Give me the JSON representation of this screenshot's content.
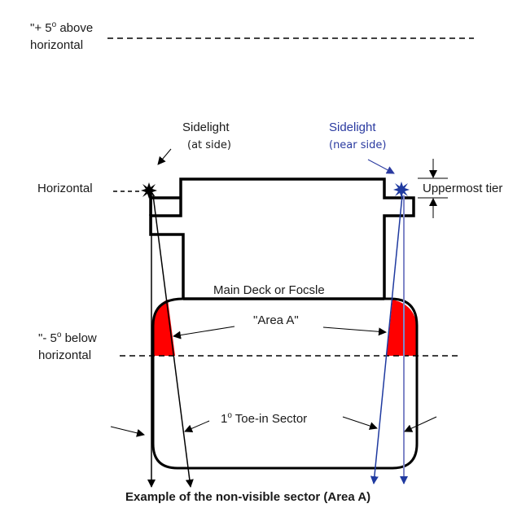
{
  "diagram": {
    "caption": "Example of the non-visible sector (Area A)",
    "labels": {
      "above_prefix": "\"+ 5",
      "above_deg": "o",
      "above_suffix": " above",
      "above_line2": "horizontal",
      "below_prefix": "\"- 5",
      "below_deg": "o",
      "below_suffix": " below",
      "below_line2": "horizontal",
      "horizontal": "Horizontal",
      "sidelight_left_title": "Sidelight",
      "sidelight_left_sub": "(at side)",
      "sidelight_right_title": "Sidelight",
      "sidelight_right_sub": "(near side)",
      "uppermost_tier": "Uppermost tier",
      "main_deck": "Main Deck or Focsle",
      "area_a": "\"Area A\"",
      "toe_in_prefix": "1",
      "toe_in_deg": "o",
      "toe_in_suffix": " Toe-in Sector"
    },
    "colors": {
      "outline": "#000000",
      "area_fill": "#ff0000",
      "near_side_blue": "#1f3aa0",
      "near_side_light_blue": "#7f86c8"
    }
  }
}
